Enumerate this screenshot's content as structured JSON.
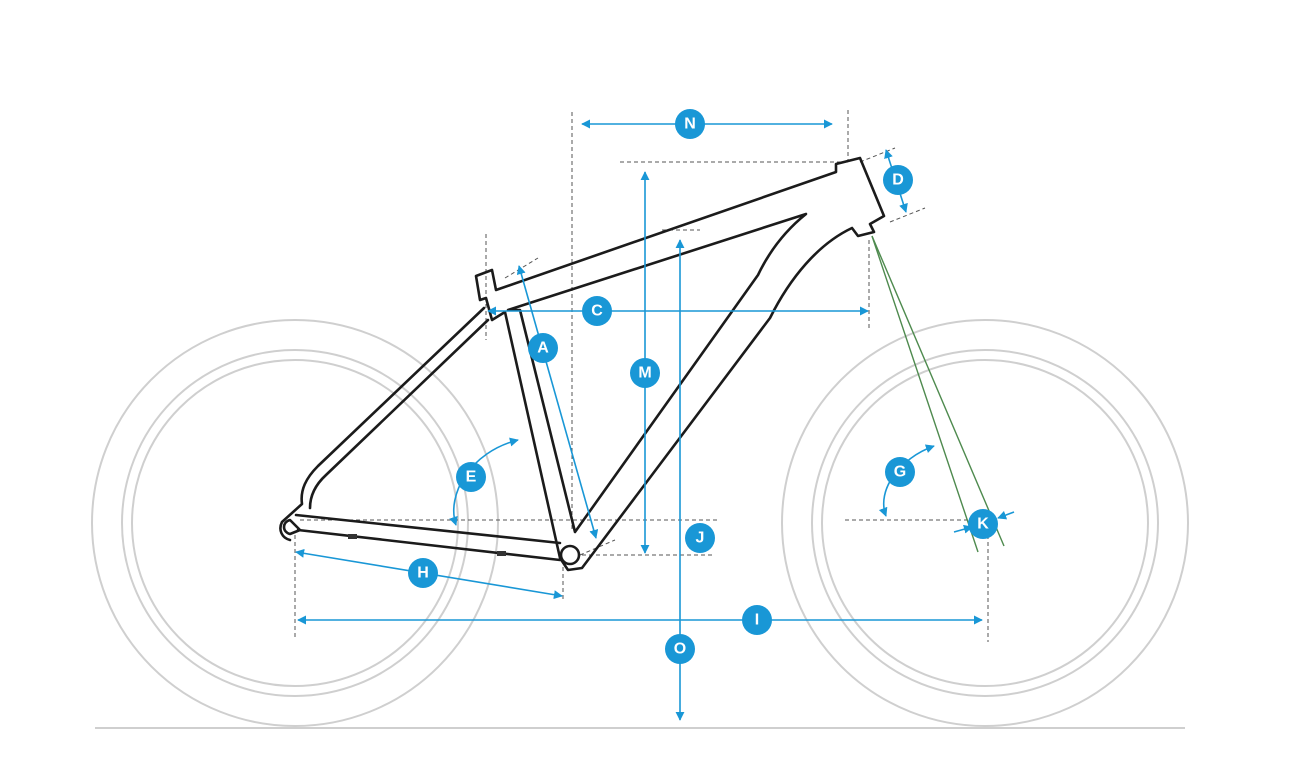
{
  "colors": {
    "dimension": "#1997d6",
    "frame": "#1b1b1b",
    "wheel": "#cfcfcf",
    "fork_axis": "#4e8a4e",
    "guide": "#555555"
  },
  "dimensions": {
    "A": "A",
    "C": "C",
    "D": "D",
    "E": "E",
    "G": "G",
    "H": "H",
    "I": "I",
    "J": "J",
    "K": "K",
    "M": "M",
    "N": "N",
    "O": "O"
  }
}
